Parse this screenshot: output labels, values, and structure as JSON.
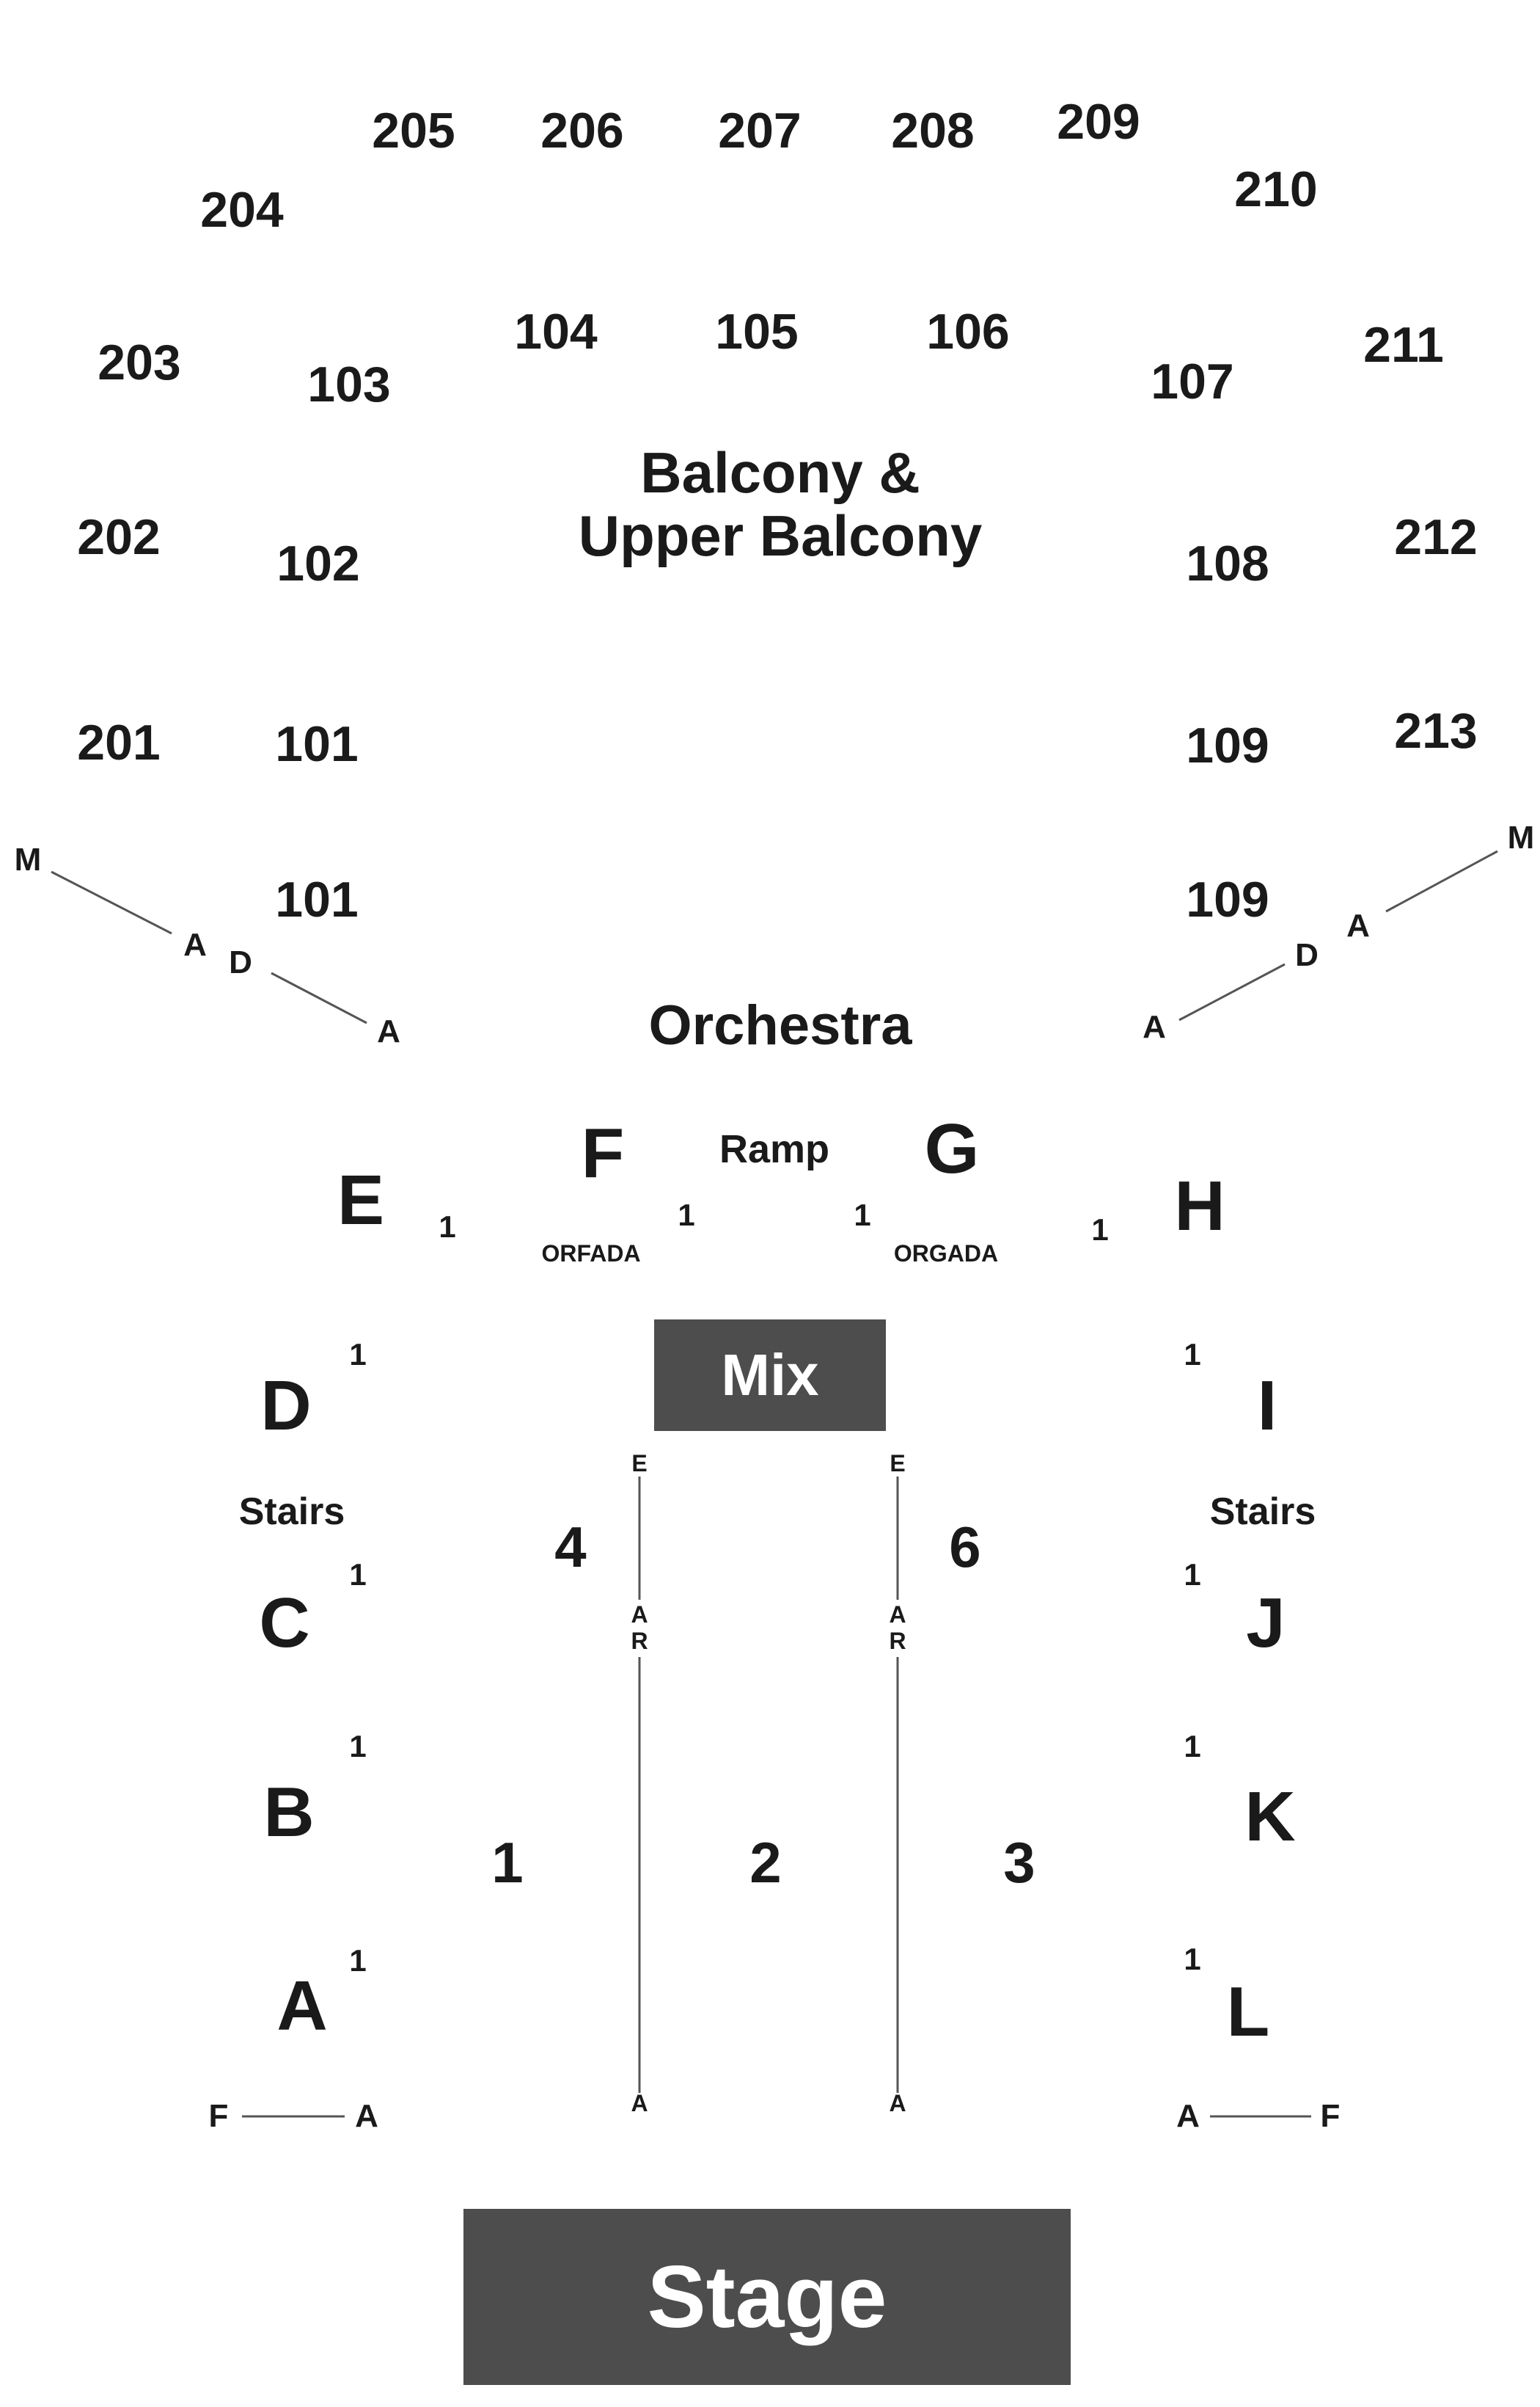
{
  "venue_map": {
    "balcony_title": [
      "Balcony &",
      "Upper Balcony"
    ],
    "orchestra_title": "Orchestra",
    "mix_label": "Mix",
    "stage_label": "Stage",
    "ramp_label": "Ramp",
    "stairs_label": "Stairs",
    "upper_sections": [
      "201",
      "202",
      "203",
      "204",
      "205",
      "206",
      "207",
      "208",
      "209",
      "210",
      "211",
      "212",
      "213"
    ],
    "balcony_sections": [
      "101",
      "102",
      "103",
      "104",
      "105",
      "106",
      "107",
      "108",
      "109"
    ],
    "orchestra_side_sections": [
      "A",
      "B",
      "C",
      "D",
      "E",
      "F",
      "G",
      "H",
      "I",
      "J",
      "K",
      "L"
    ],
    "orchestra_center_sections": [
      "1",
      "2",
      "3",
      "4",
      "6"
    ],
    "row_markers": {
      "first_row": "1",
      "diag_left": [
        "M",
        "A",
        "D",
        "A"
      ],
      "diag_right": [
        "M",
        "A",
        "D",
        "A"
      ],
      "bottom_left": [
        "F",
        "A"
      ],
      "bottom_right": [
        "A",
        "F"
      ],
      "aisle_top": "E",
      "aisle_mid": [
        "A",
        "R"
      ],
      "aisle_bottom": "A",
      "orfada": "ORFADA",
      "orgada": "ORGADA"
    }
  }
}
